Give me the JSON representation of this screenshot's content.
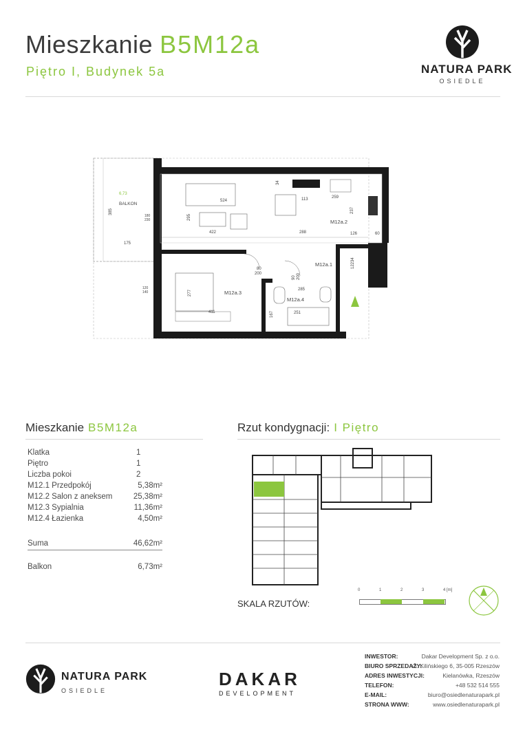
{
  "header": {
    "title_prefix": "Mieszkanie",
    "title_code": "B5M12a",
    "subtitle": "Piętro I, Budynek 5a",
    "brand_name": "NATURA PARK",
    "brand_sub": "OSIEDLE"
  },
  "plan": {
    "balkon_area": "6,73",
    "balkon_label": "BALKON",
    "rooms": [
      "M12a.1",
      "M12a.2",
      "M12a.3",
      "M12a.4"
    ],
    "dims": {
      "d524": "524",
      "d422": "422",
      "d288": "288",
      "d295": "295",
      "d385": "385",
      "d175": "175",
      "d113": "113",
      "d259": "259",
      "d237": "237",
      "d126": "126",
      "d60": "60",
      "d122": "122",
      "d277": "277",
      "d411": "411",
      "d285": "285",
      "d251": "251",
      "d167": "167",
      "d34a": "34",
      "d34b": "34",
      "door80": "80",
      "door200": "200",
      "door90": "90",
      "door200b": "200",
      "win180": "180",
      "win230": "230",
      "win120": "120",
      "win140": "140"
    }
  },
  "details": {
    "title_prefix": "Mieszkanie",
    "title_code": "B5M12a",
    "rows": [
      {
        "label": "Klatka",
        "value": "1"
      },
      {
        "label": "Piętro",
        "value": "1"
      },
      {
        "label": "Liczba pokoi",
        "value": "2"
      },
      {
        "label": "M12.1  Przedpokój",
        "value": "5,38m²"
      },
      {
        "label": "M12.2  Salon z aneksem",
        "value": "25,38m²"
      },
      {
        "label": "M12.3  Sypialnia",
        "value": "11,36m²"
      },
      {
        "label": "M12.4  Łazienka",
        "value": "4,50m²"
      }
    ],
    "sum_label": "Suma",
    "sum_value": "46,62m²",
    "balkon_label": "Balkon",
    "balkon_value": "6,73m²"
  },
  "floor": {
    "title_prefix": "Rzut kondygnacji:",
    "title_value": "I  Piętro",
    "scale_label": "SKALA RZUTÓW:",
    "scale_ticks": [
      "0",
      "1",
      "2",
      "3",
      "4 [m]"
    ]
  },
  "footer": {
    "brand_name": "NATURA PARK",
    "brand_sub": "OSIEDLE",
    "dakar_name": "DAKAR",
    "dakar_sub": "DEVELOPMENT",
    "info": [
      {
        "label": "INWESTOR:",
        "value": "Dakar Development Sp. z o.o."
      },
      {
        "label": "BIURO SPRZEDAŻY:",
        "value": "ul. Kilińskiego 6, 35-005 Rzeszów"
      },
      {
        "label": "ADRES INWESTYCJI:",
        "value": "Kielanówka, Rzeszów"
      },
      {
        "label": "TELEFON:",
        "value": "+48 532 514 555"
      },
      {
        "label": "E-MAIL:",
        "value": "biuro@osiedlenaturapark.pl"
      },
      {
        "label": "STRONA WWW:",
        "value": "www.osiedlenaturapark.pl"
      }
    ]
  },
  "colors": {
    "accent": "#8cc63f",
    "wall": "#1a1a1a",
    "text": "#3c3c3c"
  }
}
